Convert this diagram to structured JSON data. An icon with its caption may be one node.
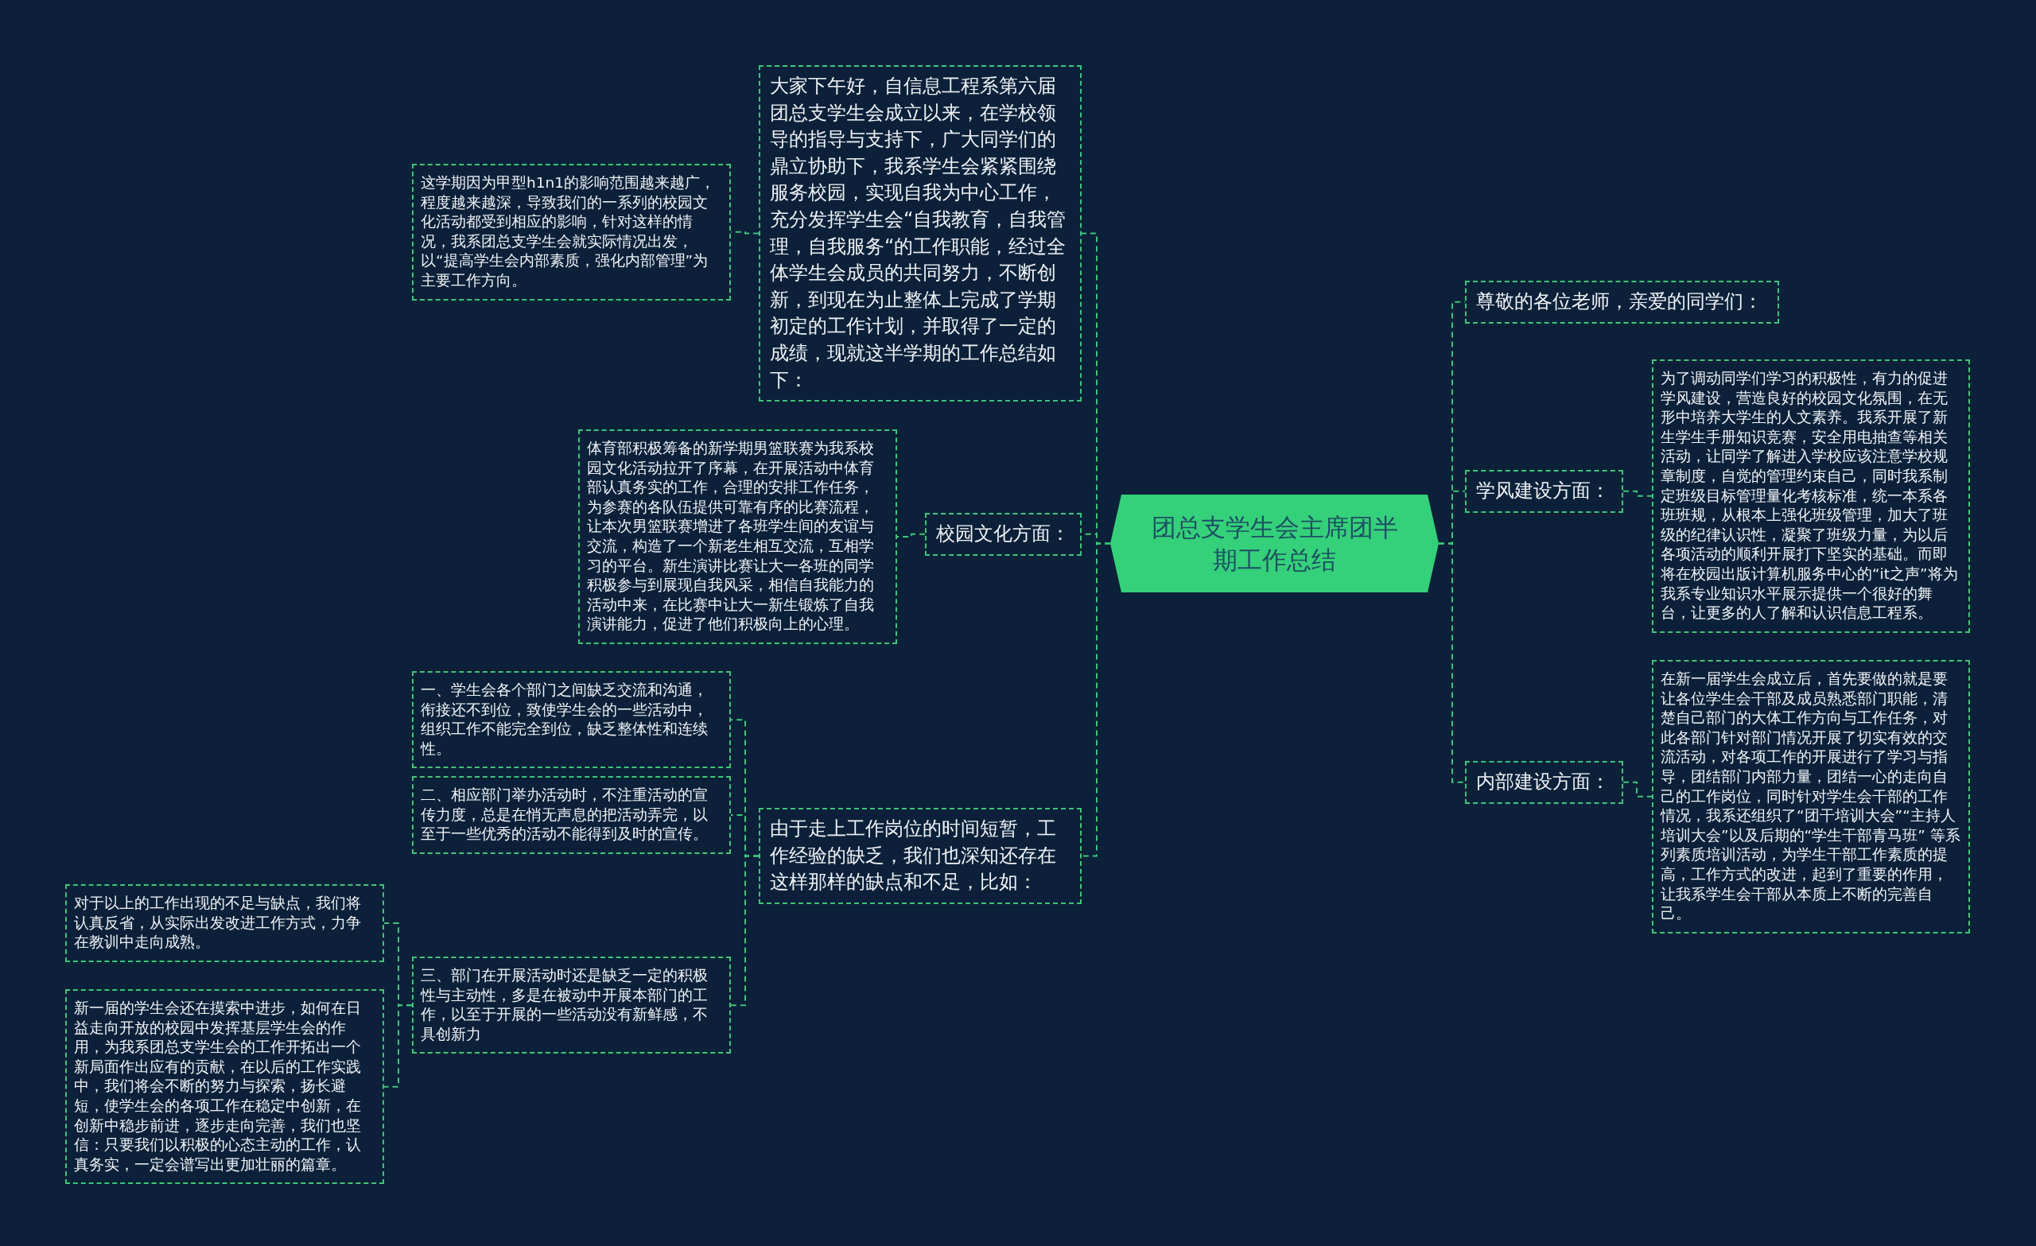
{
  "diagram": {
    "nodes": [
      {
        "text": [
          "团总支学生会主席团半期工作总结"
        ]
      },
      {
        "text": [
          "尊敬的各位老师，亲爱的同学们："
        ]
      },
      {
        "text": [
          "学风建设方面："
        ]
      },
      {
        "text": [
          "为了调动同学们学习的积极性，有力的促进学风建设，营造良好的校园文化氛围，在无形中培养大学生的人文素养。我系开展了新生学生手册知识竞赛，安全用电抽查等相关活动，让同学了解进入学校应该注意学校规章制度，自觉的管理约束自己，同时我系制定班级目标管理量化考核标准，统一本系各班班规，从根本上强化班级管理，加大了班级的纪律认识性，凝聚了班级力量，为以后各项活动的顺利开展打下坚实的基础。而即将在校园出版计算机服务中心的“it之声”将为我系专业知识水平展示提供一个很好的舞台，让更多的人了解和认识信息工程系。"
        ]
      },
      {
        "text": [
          "内部建设方面："
        ]
      },
      {
        "text": [
          "在新一届学生会成立后，首先要做的就是要让各位学生会干部及成员熟悉部门职能，清楚自己部门的大体工作方向与工作任务，对此各部门针对部门情况开展了切实有效的交流活动，对各项工作的开展进行了学习与指导，团结部门内部力量，团结一心的走向自己的工作岗位，同时针对学生会干部的工作情况，我系还组织了“团干培训大会”“主持人培训大会”以及后期的“学生干部青马班” 等系列素质培训活动，为学生干部工作素质的提高，工作方式的改进，起到了重要的作用，让我系学生会干部从本质上不断的完善自己。"
        ]
      },
      {
        "text": [
          "大家下午好，自信息工程系第六届团总支学生会成立以来，在学校领导的指导与支持下，广大同学们的鼎立协助下，我系学生会紧紧围绕服务校园，实现自我为中心工作，充分发挥学生会“自我教育，自我管理，自我服务“的工作职能，经过全体学生会成员的共同努力，不断创新，到现在为止整体上完成了学期初定的工作计划，并取得了一定的成绩，现就这半学期的工作总结如下："
        ]
      },
      {
        "text": [
          "这学期因为甲型h1n1的影响范围越来越广，程度越来越深，导致我们的一系列的校园文化活动都受到相应的影响，针对这样的情况，我系团总支学生会就实际情况出发，以“提高学生会内部素质，强化内部管理”为主要工作方向。"
        ]
      },
      {
        "text": [
          "校园文化方面："
        ]
      },
      {
        "text": [
          "体育部积极筹备的新学期男篮联赛为我系校园文化活动拉开了序幕，在开展活动中体育部认真务实的工作，合理的安排工作任务，为参赛的各队伍提供可靠有序的比赛流程，让本次男篮联赛增进了各班学生间的友谊与交流，构造了一个新老生相互交流，互相学习的平台。新生演讲比赛让大一各班的同学积极参与到展现自我风采，相信自我能力的活动中来，在比赛中让大一新生锻炼了自我演讲能力，促进了他们积极向上的心理。"
        ]
      },
      {
        "text": [
          "由于走上工作岗位的时间短暂，工作经验的缺乏，我们也深知还存在这样那样的缺点和不足，比如："
        ]
      },
      {
        "text": [
          "一、学生会各个部门之间缺乏交流和沟通，衔接还不到位，致使学生会的一些活动中，组织工作不能完全到位，缺乏整体性和连续性。"
        ]
      },
      {
        "text": [
          "二、相应部门举办活动时，不注重活动的宣传力度，总是在悄无声息的把活动弄完，以至于一些优秀的活动不能得到及时的宣传。"
        ]
      },
      {
        "text": [
          "三、部门在开展活动时还是缺乏一定的积极性与主动性，多是在被动中开展本部门的工作，以至于开展的一些活动没有新鲜感，不具创新力"
        ]
      },
      {
        "text": [
          "对于以上的工作出现的不足与缺点，我们将认真反省，从实际出发改进工作方式，力争在教训中走向成熟。"
        ]
      },
      {
        "text": [
          "新一届的学生会还在摸索中进步，如何在日益走向开放的校园中发挥基层学生会的作用，为我系团总支学生会的工作开拓出一个新局面作出应有的贡献，在以后的工作实践中，我们将会不断的努力与探索，扬长避短，使学生会的各项工作在稳定中创新，在创新中稳步前进，逐步走向完善，我们也坚信：只要我们以积极的心态主动的工作，认真务实，一定会谱写出更加壮丽的篇章。"
        ]
      }
    ],
    "edges": [
      {
        "from": 0,
        "to": 1,
        "arrow": "none"
      },
      {
        "from": 0,
        "to": 2,
        "arrow": "none"
      },
      {
        "from": 2,
        "to": 3,
        "arrow": "none"
      },
      {
        "from": 0,
        "to": 4,
        "arrow": "none"
      },
      {
        "from": 4,
        "to": 5,
        "arrow": "none"
      },
      {
        "from": 0,
        "to": 6,
        "arrow": "none"
      },
      {
        "from": 6,
        "to": 7,
        "arrow": "none"
      },
      {
        "from": 0,
        "to": 8,
        "arrow": "none"
      },
      {
        "from": 8,
        "to": 9,
        "arrow": "none"
      },
      {
        "from": 0,
        "to": 10,
        "arrow": "none"
      },
      {
        "from": 10,
        "to": 11,
        "arrow": "none"
      },
      {
        "from": 10,
        "to": 12,
        "arrow": "none"
      },
      {
        "from": 10,
        "to": 13,
        "arrow": "none"
      },
      {
        "from": 13,
        "to": 14,
        "arrow": "none"
      },
      {
        "from": 13,
        "to": 15,
        "arrow": "none"
      }
    ]
  }
}
